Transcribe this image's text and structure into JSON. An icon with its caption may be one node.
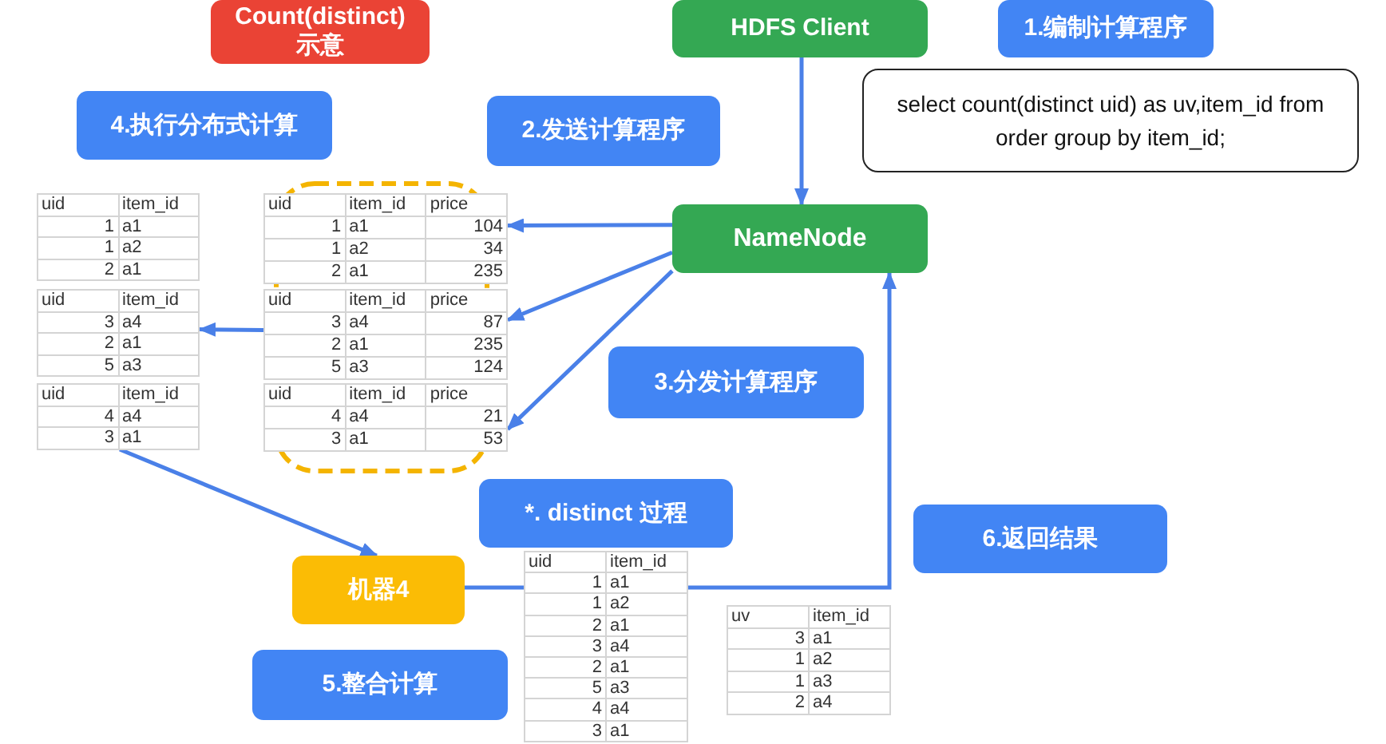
{
  "diagram": {
    "nodes": [
      {
        "text": [
          "Count(distinct) 示意"
        ]
      },
      {
        "text": [
          "HDFS Client"
        ]
      },
      {
        "text": [
          "1.编制计算程序"
        ]
      },
      {
        "text": [
          "select count(distinct uid) as uv,item_id from order group by item_id;"
        ]
      },
      {
        "text": [
          "4.执行分布式计算"
        ]
      },
      {
        "text": [
          "2.发送计算程序"
        ]
      },
      {
        "text": [
          "uid",
          "item_id",
          "1",
          "a1",
          "1",
          "a2",
          "2",
          "a1"
        ]
      },
      {
        "text": [
          "uid",
          "item_id",
          "price",
          "1",
          "a1",
          "104",
          "1",
          "a2",
          "34",
          "2",
          "a1",
          "235"
        ]
      },
      {
        "text": [
          "NameNode"
        ]
      },
      {
        "text": [
          "uid",
          "item_id",
          "3",
          "a4",
          "2",
          "a1",
          "5",
          "a3"
        ]
      },
      {
        "text": [
          "uid",
          "item_id",
          "price",
          "3",
          "a4",
          "87",
          "2",
          "a1",
          "235",
          "5",
          "a3",
          "124"
        ]
      },
      {
        "text": [
          "3.分发计算程序"
        ]
      },
      {
        "text": [
          "uid",
          "item_id",
          "4",
          "a4",
          "3",
          "a1"
        ]
      },
      {
        "text": [
          "uid",
          "item_id",
          "price",
          "4",
          "a4",
          "21",
          "3",
          "a1",
          "53"
        ]
      },
      {
        "text": [
          "*. distinct 过程"
        ]
      },
      {
        "text": [
          "6.返回结果"
        ]
      },
      {
        "text": [
          "机器4"
        ]
      },
      {
        "text": [
          "uid",
          "item_id",
          "1",
          "a1",
          "1",
          "a2",
          "2",
          "a1",
          "3",
          "a4",
          "2",
          "a1",
          "5",
          "a3",
          "4",
          "a4",
          "3",
          "a1"
        ]
      },
      {
        "text": [
          "uv",
          "item_id",
          "3",
          "a1",
          "1",
          "a2",
          "1",
          "a3",
          "2",
          "a4"
        ]
      },
      {
        "text": [
          "5.整合计算"
        ]
      }
    ],
    "edges": [
      {
        "from": 1,
        "to": 8,
        "arrow": "to"
      },
      {
        "from": 8,
        "to": 7,
        "arrow": "to"
      },
      {
        "from": 8,
        "to": 10,
        "arrow": "to"
      },
      {
        "from": 8,
        "to": 13,
        "arrow": "to"
      },
      {
        "from": 10,
        "to": 9,
        "arrow": "to"
      },
      {
        "from": 12,
        "to": 16,
        "arrow": "to"
      },
      {
        "from": 16,
        "to": 17,
        "arrow": "none"
      },
      {
        "from": 17,
        "to": 8,
        "arrow": "to"
      }
    ]
  }
}
